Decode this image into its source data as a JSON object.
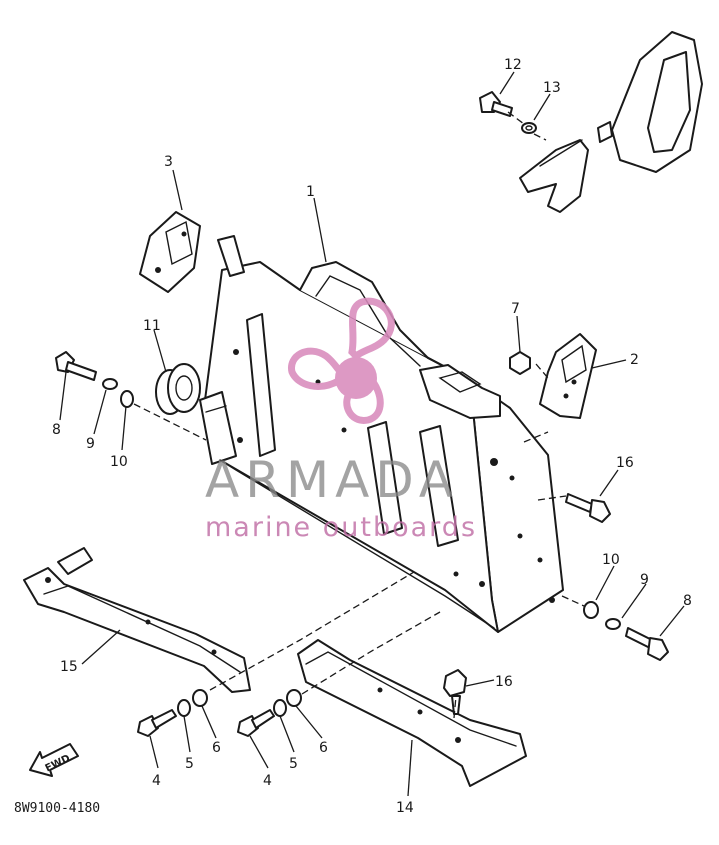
{
  "diagram": {
    "drawing_code": "8W9100-4180",
    "forward_marker": "FWD",
    "callouts": [
      "1",
      "2",
      "3",
      "4",
      "4",
      "5",
      "5",
      "6",
      "6",
      "7",
      "8",
      "8",
      "9",
      "9",
      "10",
      "10",
      "11",
      "12",
      "13",
      "14",
      "15",
      "16",
      "16"
    ]
  },
  "watermark": {
    "brand": "ARMADA",
    "tagline": "marine outboards",
    "colors": {
      "text": "#8a8a8a",
      "propeller": "#d98bbd",
      "tagline": "#c06ea6"
    }
  },
  "colors": {
    "linework": "#1a1a1a",
    "background": "#ffffff"
  }
}
